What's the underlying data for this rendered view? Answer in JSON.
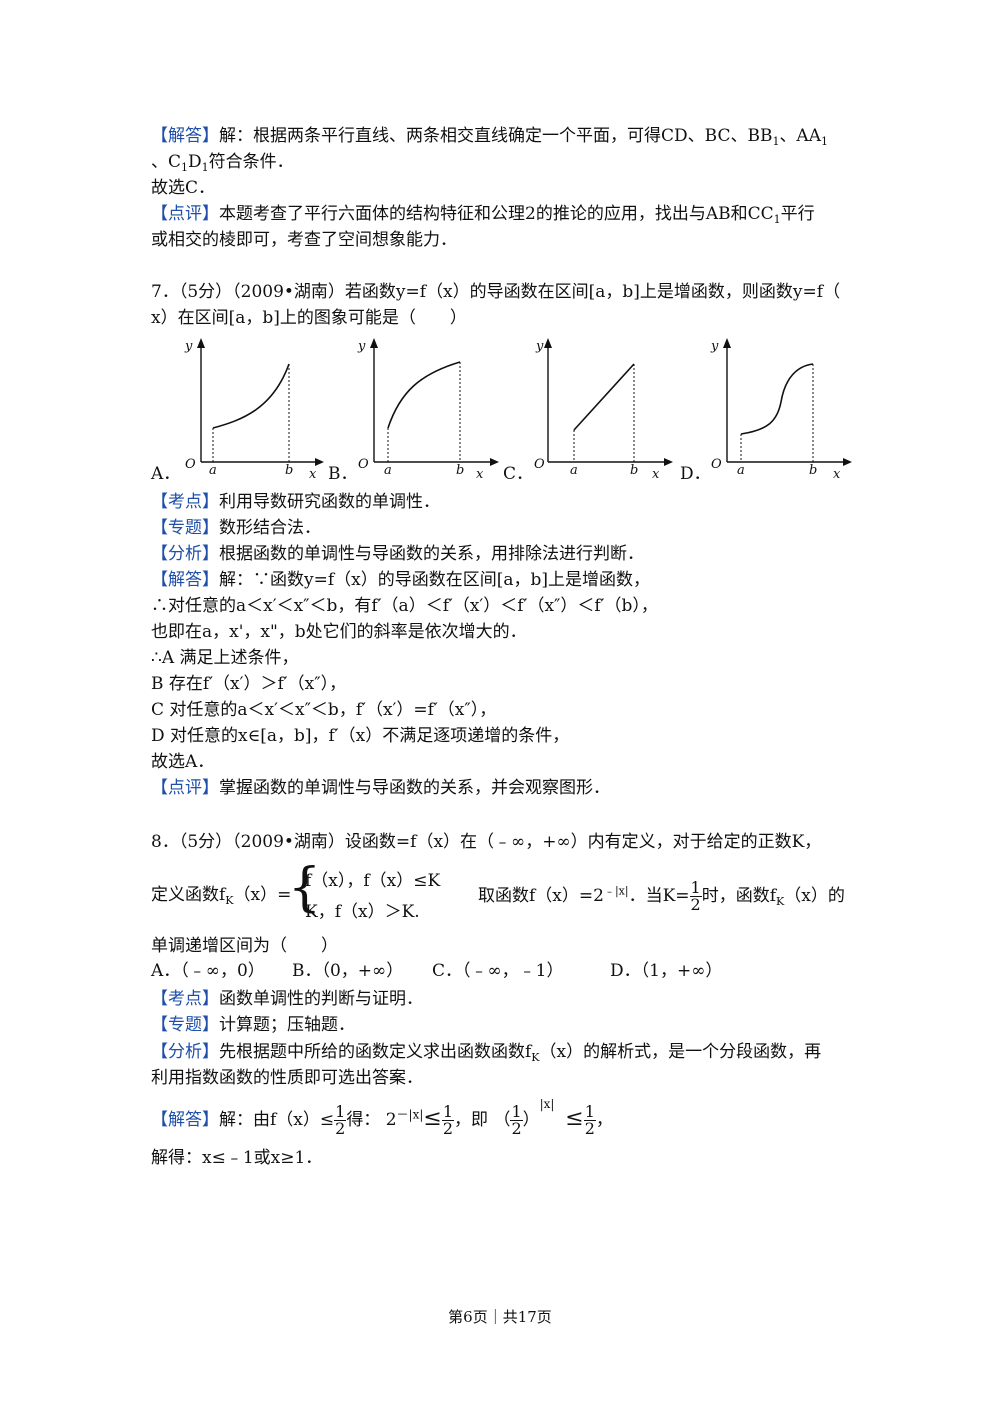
{
  "tags": {
    "jieda": "【解答】",
    "dianping": "【点评】",
    "kaodian": "【考点】",
    "zhuanti": "【专题】",
    "fenxi": "【分析】"
  },
  "q6": {
    "jieda_line1_a": "解：根据两条平行直线、两条相交直线确定一个平面，可得CD、BC、BB",
    "sub1": "1",
    "comma": "、AA",
    "line2_a": "、C",
    "sub_d": "D",
    "line2_b": "符合条件．",
    "choice": "故选C．",
    "dianping_a": "本题考查了平行六面体的结构特征和公理2的推论的应用，找出与AB和CC",
    "dianping_b": "平行",
    "dianping_line2": "或相交的棱即可，考查了空间想象能力．"
  },
  "q7": {
    "line1": "7．（5分）（2009•湖南）若函数y=f（x）的导函数在区间[a，b]上是增函数，则函数y=f（",
    "line2": "x）在区间[a，b]上的图象可能是（　　）",
    "options": [
      "A．",
      "B．",
      "C．",
      "D．"
    ],
    "axis": {
      "y": "y",
      "x": "x",
      "o": "O",
      "a": "a",
      "b": "b"
    },
    "kaodian": "利用导数研究函数的单调性．",
    "zhuanti": "数形结合法．",
    "fenxi": "根据函数的单调性与导函数的关系，用排除法进行判断．",
    "jieda1": "解：∵函数y=f（x）的导函数在区间[a，b]上是增函数，",
    "l2": "∴对任意的a＜x′＜x″＜b，有f′（a）＜f′（x′）＜f′（x″）＜f′（b），",
    "l3": "也即在a，x'，x\"，b处它们的斜率是依次增大的．",
    "l4": "∴A 满足上述条件，",
    "l5": "B 存在f′（x′）＞f′（x″），",
    "l6": "C 对任意的a＜x′＜x″＜b，f′（x′）=f′（x″），",
    "l7": "D 对任意的x∈[a，b]，f′（x）不满足逐项递增的条件，",
    "l8": "故选A．",
    "dianping": "掌握函数的单调性与导函数的关系，并会观察图形．"
  },
  "q8": {
    "line1": "8．（5分）（2009•湖南）设函数=f（x）在（﹣∞，+∞）内有定义，对于给定的正数K，",
    "def_a": "定义函数f",
    "sub_k": "K",
    "def_b": "（x）=",
    "case1": "f（x），f（x）≤K",
    "case2": "K，f（x）＞K.",
    "take": "取函数f（x）=2",
    "exp": "﹣|x|",
    "when": "．当K=",
    "frac_num": "1",
    "frac_den": "2",
    "when2": "时，函数f",
    "when3": "（x）的",
    "line3": "单调递增区间为（　　）",
    "options": [
      "A．（﹣∞，0）",
      "B．（0，+∞）",
      "C．（﹣∞，﹣1）",
      "D．（1，+∞）"
    ],
    "kaodian": "函数单调性的判断与证明．",
    "zhuanti": "计算题；压轴题．",
    "fenxi1": "先根据题中所给的函数定义求出函数函数f",
    "fenxi1b": "（x）的解析式，是一个分段函数，再",
    "fenxi2": "利用指数函数的性质即可选出答案．",
    "jieda_a": "解：由f（x）≤",
    "jieda_b": "得：",
    "two": "2",
    "exp2": "－|x|",
    "le": "≤",
    "ji": "，即",
    "paren_l": "（",
    "paren_r": "）",
    "exp3": "|x|",
    "end_comma": "，",
    "solve": "解得：x≤﹣1或x≥1．"
  },
  "footer": "第6页｜共17页"
}
